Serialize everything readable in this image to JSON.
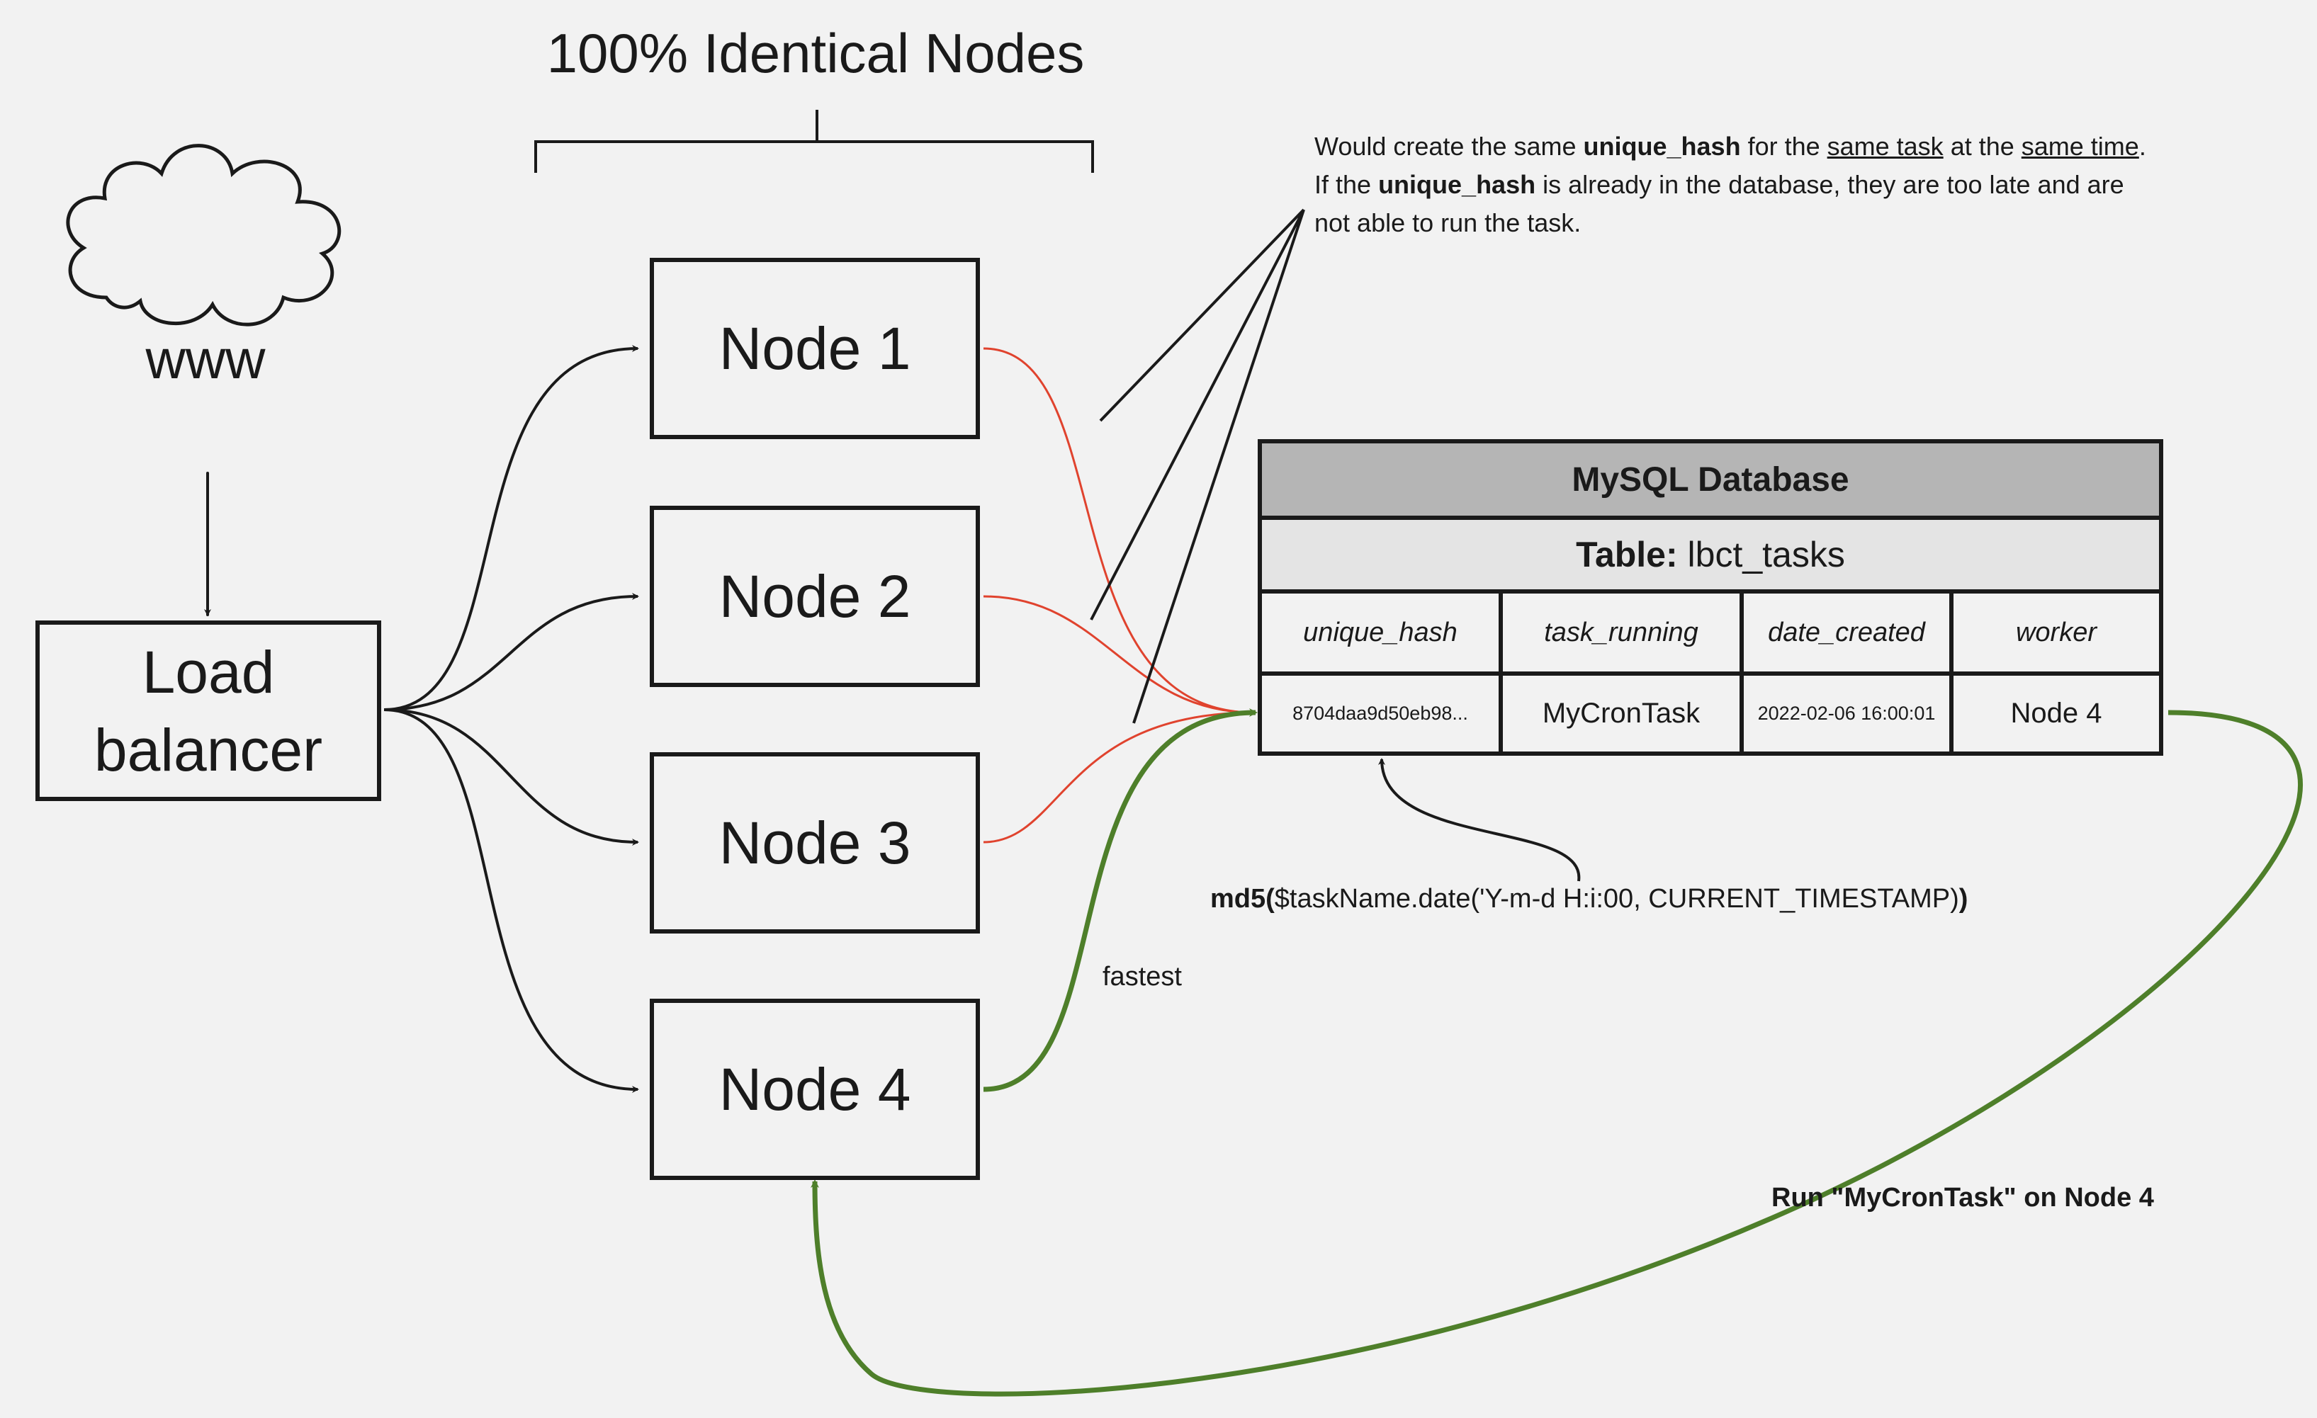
{
  "title": "100% Identical Nodes",
  "cloud_label": "www",
  "load_balancer_label": "Load balancer",
  "nodes": [
    {
      "label": "Node 1"
    },
    {
      "label": "Node 2"
    },
    {
      "label": "Node 3"
    },
    {
      "label": "Node 4"
    }
  ],
  "note": {
    "line1_pre": "Would create the same ",
    "line1_bold": "unique_hash",
    "line1_mid": " for the ",
    "line1_u1": "same task",
    "line1_mid2": " at the ",
    "line1_u2": "same time",
    "line1_end": ".",
    "line2_pre": "If the ",
    "line2_bold": "unique_hash",
    "line2_end": " is already in the database, they are too late and are",
    "line3": "not able to run the task."
  },
  "database": {
    "title": "MySQL Database",
    "table_prefix": "Table:",
    "table_name": "lbct_tasks",
    "columns": [
      "unique_hash",
      "task_running",
      "date_created",
      "worker"
    ],
    "row": [
      "8704daa9d50eb98...",
      "MyCronTask",
      "2022-02-06 16:00:01",
      "Node 4"
    ]
  },
  "hash_caption": {
    "fn_open": "md5(",
    "expr": "$taskName.date('Y-m-d H:i:00, CURRENT_TIMESTAMP)",
    "fn_close": ")"
  },
  "fastest_label": "fastest",
  "run_label": "Run \"MyCronTask\" on Node 4",
  "colors": {
    "background": "#f2f2f2",
    "stroke": "#1a1a1a",
    "losing_path": "#e0432e",
    "winning_path": "#4e7f2a",
    "db_header": "#b5b5b5",
    "db_subheader": "#e4e4e4"
  }
}
